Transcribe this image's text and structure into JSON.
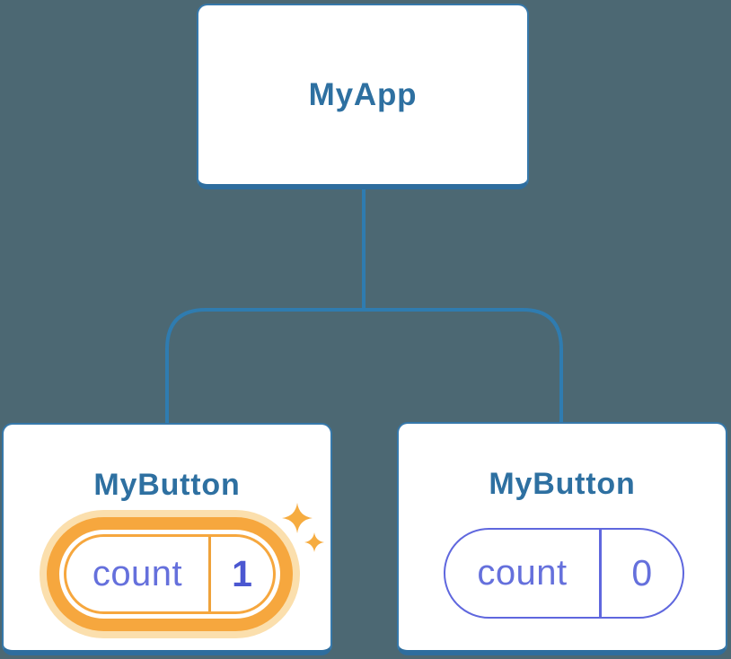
{
  "diagram": {
    "root": {
      "label": "MyApp"
    },
    "children": [
      {
        "label": "MyButton",
        "state": {
          "name": "count",
          "value": "1"
        },
        "highlighted": true
      },
      {
        "label": "MyButton",
        "state": {
          "name": "count",
          "value": "0"
        },
        "highlighted": false
      }
    ]
  },
  "colors": {
    "bg": "#4C6873",
    "line": "#2F7CB0",
    "cardBorder": "#3678AA",
    "cardBorderDark": "#2E6D9E",
    "blueText": "#2E70A1",
    "purple": "#6570DC",
    "purpleBold": "#4B57D1",
    "purpleBorder": "#5F67DE",
    "orange": "#F6A73E",
    "orangeDivider": "#EFA23B",
    "glow": "#FBDFAD",
    "sparkle": "#F6AC40"
  }
}
